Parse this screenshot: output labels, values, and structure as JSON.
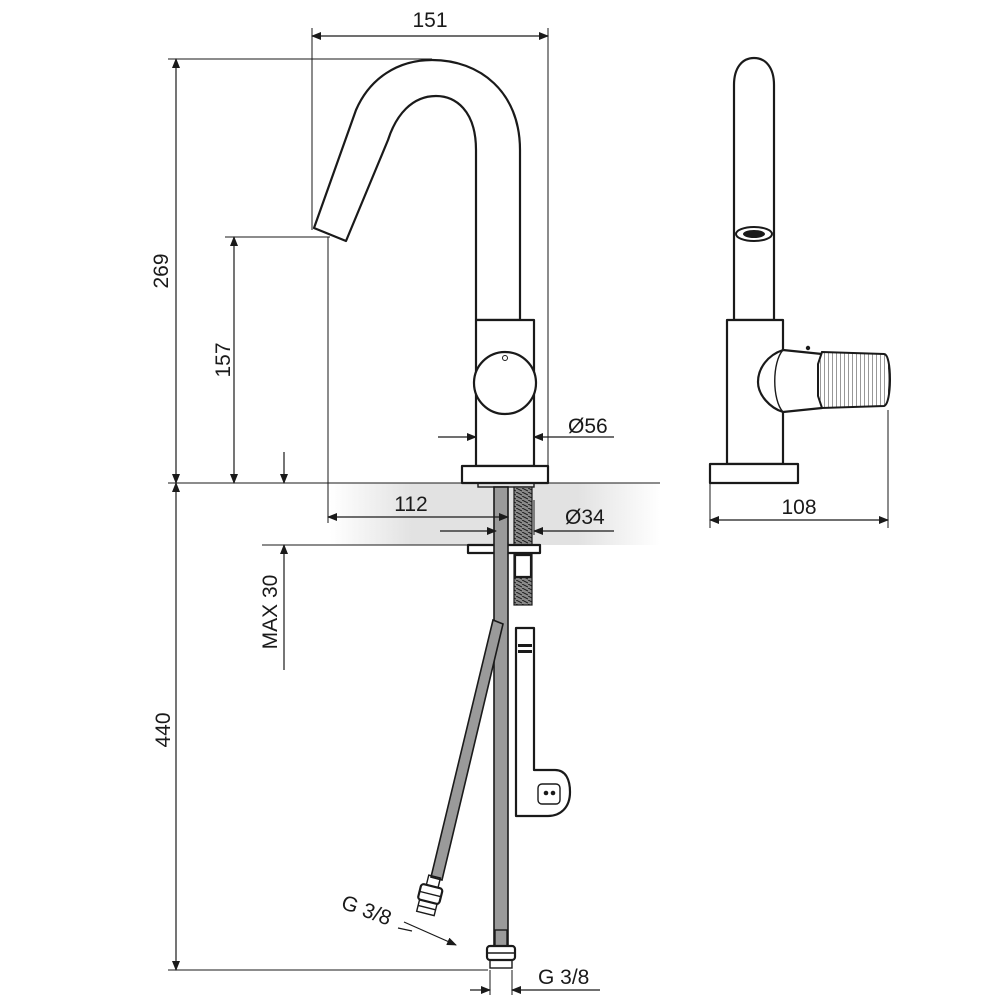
{
  "drawing": {
    "dimensions": {
      "width_top": "151",
      "height_total": "269",
      "spout_height": "157",
      "base_diameter": "Ø56",
      "reach": "112",
      "hole_diameter": "Ø34",
      "deck_thickness": "MAX 30",
      "hose_length": "440",
      "side_depth": "108",
      "hose_thread_left": "G 3/8",
      "hose_thread_right": "G 3/8"
    },
    "colors": {
      "line": "#1a1a1a",
      "hose": "#9a9a9a",
      "countertop": "#d9d9d9"
    }
  }
}
